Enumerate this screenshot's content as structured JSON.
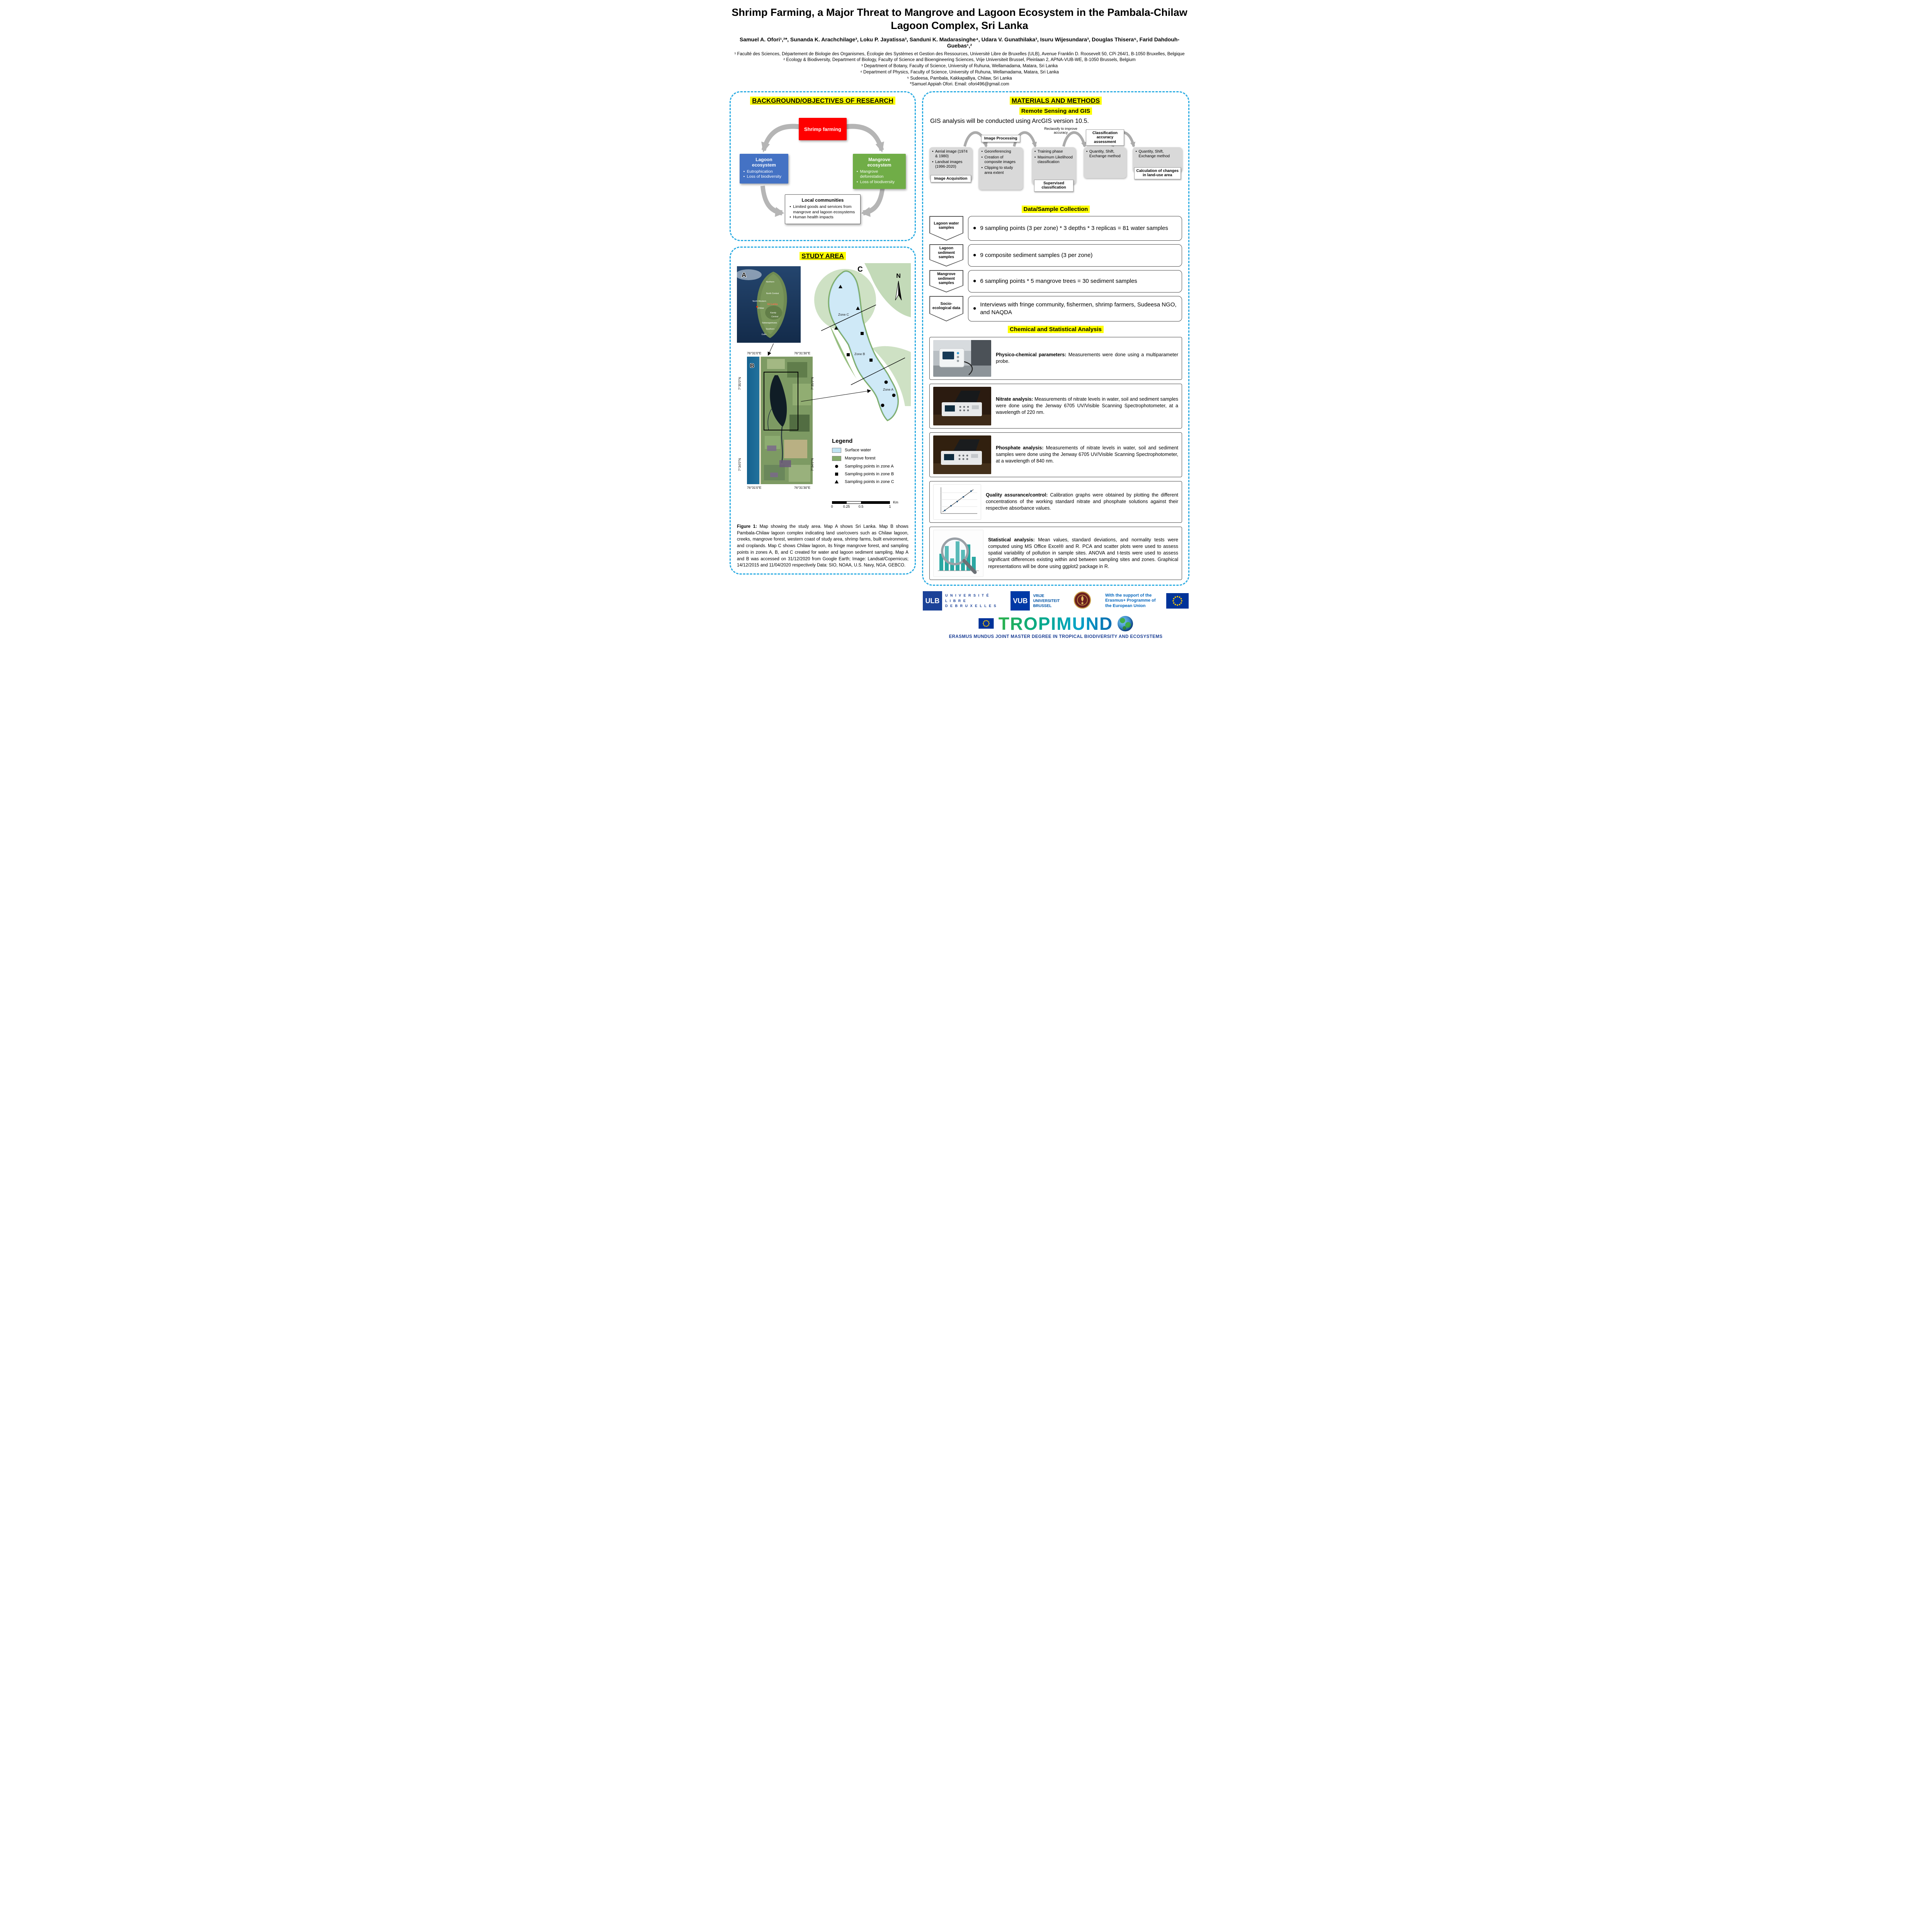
{
  "colors": {
    "dashed_border": "#29abe2",
    "highlight_yellow": "#ffff00",
    "shrimp_red": "#ff0000",
    "lagoon_blue": "#4472c4",
    "mangrove_green": "#70ad47",
    "arrow_gray": "#b5b5b5",
    "flow_box_gray": "#d9d9d9",
    "tropimundo_green": "#2eb24c",
    "tropimundo_blue": "#0c6ab0"
  },
  "header": {
    "title": "Shrimp Farming, a Major Threat to Mangrove and Lagoon Ecosystem in the Pambala-Chilaw Lagoon Complex, Sri Lanka",
    "authors": "Samuel A. Ofori¹,²*, Sunanda K. Arachchilage³, Loku P. Jayatissa³, Sanduni K. Madarasinghe⁴, Udara V. Gunathilaka³, Isuru Wijesundara³, Douglas Thisera⁵, Farid Dahdouh-Guebas¹,²",
    "affiliations": [
      "¹ Faculté des Sciences, Département de Biologie des Organismes, Écologie des Systèmes et Gestion des Ressources, Université Libre de Bruxelles (ULB), Avenue Franklin D. Roosevelt 50, CPi 264/1, B-1050 Bruxelles, Belgique",
      "² Ecology & Biodiversity, Department of Biology, Faculty of Science and Bioengineering Sciences, Vrije Universiteit Brussel, Pleinlaan 2, APNA-VUB-WE, B-1050 Brussels, Belgium",
      "³ Department of Botany, Faculty of Science, University of Ruhuna, Wellamadama, Matara, Sri Lanka",
      "⁴ Department of Physics, Faculty of Science, University of Ruhuna, Wellamadama, Matara, Sri Lanka",
      "⁵ Sudeesa, Pambala, Kakkapalliya, Chilaw, Sri Lanka",
      "*Samuel Appiah Ofori. Email: ofori496@gmail.com"
    ]
  },
  "background": {
    "heading": "BACKGROUND/OBJECTIVES OF RESEARCH",
    "shrimp": {
      "title": "Shrimp farming"
    },
    "lagoon": {
      "title": "Lagoon ecosystem",
      "bullets": [
        "Eutrophication",
        "Loss of biodiversity"
      ]
    },
    "mangrove": {
      "title": "Mangrove ecosystem",
      "bullets": [
        "Mangrove deforestation",
        "Loss of biodiversity"
      ]
    },
    "communities": {
      "title": "Local communities",
      "bullets": [
        "Limited goods and services from mangrove and lagoon ecosystems",
        "Human health impacts"
      ]
    }
  },
  "study_area": {
    "heading": "STUDY AREA",
    "map_a": {
      "label": "A",
      "places": [
        "Northern",
        "North Central",
        "North Western",
        "Sri Lanka",
        "Chilaw",
        "Kandy",
        "Central",
        "Sabaragamuwa",
        "Southern",
        "Galle"
      ]
    },
    "map_c": {
      "label": "C",
      "north": "N",
      "zone_c": "Zone C",
      "zone_b": "Zone B",
      "zone_a": "Zone A"
    },
    "map_b": {
      "label": "B",
      "coord_top_left": "76°31'0\"E",
      "coord_top_right": "76°31'30\"E",
      "coord_bottom_left": "76°31'0\"E",
      "coord_bottom_right": "76°31'30\"E",
      "coord_left_top": "7°35'0\"N",
      "coord_left_bottom": "7°34'0\"N",
      "coord_right_top": "7°35'0\"N",
      "coord_right_bottom": "7°34'0\"N"
    },
    "legend": {
      "title": "Legend",
      "items": [
        {
          "icon": "surface-water-swatch",
          "label": "Surface water"
        },
        {
          "icon": "mangrove-forest-swatch",
          "label": "Mangrove forest"
        },
        {
          "icon": "zone-a-circle-marker",
          "label": "Sampling points in zone A"
        },
        {
          "icon": "zone-b-square-marker",
          "label": "Sampling points in zone B"
        },
        {
          "icon": "zone-c-triangle-marker",
          "label": "Sampling points in zone C"
        }
      ]
    },
    "scalebar": {
      "t0": "0",
      "t1": "0.25",
      "t2": "0.5",
      "t3": "1",
      "unit": "Km"
    },
    "caption_label": "Figure 1:",
    "caption_text": "Map showing the study area. Map A shows Sri Lanka. Map B shows Pambala-Chilaw lagoon complex indicating land use/covers such as Chilaw lagoon, creeks, mangrove forest, western coast of study area, shrimp farms, built environment, and croplands. Map C shows Chilaw lagoon, its fringe mangrove forest, and sampling points in zones A, B, and C created for water and lagoon sediment sampling. Map A and B was accessed on 31/12/2020 from Google Earth; Image: Landsat/Copernicus; 14/12/2015 and 11/04/2020 respectively Data: SIO, NOAA, U.S. Navy, NGA, GEBCO."
  },
  "methods": {
    "heading": "MATERIALS AND METHODS",
    "rs_heading": "Remote Sensing and GIS",
    "gis_intro": "GIS analysis will be conducted using ArcGIS version 10.5.",
    "reclassify_note": "Reclassify to improve accuracy",
    "flow": [
      {
        "label": "Image Acquisition",
        "bullets": [
          "Aerial image (1974 & 1980)",
          "Landsat images (1996-2020)"
        ]
      },
      {
        "label": "Image Processing",
        "bullets": [
          "Georeferencing",
          "Creation of composite images",
          "Clipping to study area extent"
        ]
      },
      {
        "label": "Supervised classification",
        "bullets": [
          "Training phase",
          "Maximum Likelihood classification"
        ]
      },
      {
        "label": "Classification accuracy assessment",
        "bullets": [
          "Quantity, Shift, Exchange method"
        ]
      },
      {
        "label": "Calculation of changes in land-use area",
        "bullets": [
          "Quantity, Shift, Exchange method"
        ]
      }
    ],
    "data_heading": "Data/Sample Collection",
    "samples": [
      {
        "source": "Lagoon water samples",
        "text": "9 sampling points (3 per zone) * 3 depths * 3 replicas = 81 water samples"
      },
      {
        "source": "Lagoon sediment samples",
        "text": "9 composite sediment samples (3 per zone)"
      },
      {
        "source": "Mangrove sediment samples",
        "text": "6 sampling points * 5 mangrove trees = 30 sediment samples"
      },
      {
        "source": "Socio-ecological data",
        "text": "Interviews with fringe community, fishermen, shrimp farmers, Sudeesa NGO, and NAQDA"
      }
    ],
    "chem_heading": "Chemical and Statistical Analysis",
    "analyses": [
      {
        "lead": "Physico-chemical parameters:",
        "text": "Measurements were done using a multiparameter probe.",
        "icon": "multiparameter-probe-photo"
      },
      {
        "lead": "Nitrate analysis:",
        "text": "Measurements of nitrate levels in water, soil and sediment samples were done using the Jenway 6705 UV/Visible Scanning Spectrophotometer, at a wavelength of 220 nm.",
        "icon": "spectrophotometer-photo"
      },
      {
        "lead": "Phosphate analysis:",
        "text": "Measurements of nitrate levels in water, soil and sediment samples were done using the Jenway 6705 UV/Visible Scanning Spectrophotometer, at a wavelength of 840 nm.",
        "icon": "spectrophotometer-photo"
      },
      {
        "lead": "Quality assurance/control:",
        "text": "Calibration graphs were obtained by plotting the different concentrations of the working standard nitrate and phosphate solutions against their respective absorbance values.",
        "icon": "calibration-graph-photo"
      },
      {
        "lead": "Statistical analysis:",
        "text": "Mean values, standard deviations, and normality tests were computed using MS Office Excel® and R. PCA and scatter plots were used to assess spatial variability of pollution in sample sites. ANOVA and t-tests were used to assess significant differences existing within and between sampling sites and zones. Graphical representations will be done using ggplot2 package in R.",
        "icon": "statistics-chart-photo"
      }
    ]
  },
  "footer": {
    "ulb": {
      "abbr": "ULB",
      "line1": "U N I V E R S I T É",
      "line2": "L I B R E",
      "line3": "D E  B R U X E L L E S"
    },
    "vub": {
      "abbr": "VUB",
      "line1": "VRIJE",
      "line2": "UNIVERSITEIT",
      "line3": "BRUSSEL"
    },
    "erasmus_support": "With the support of the Erasmus+ Programme of the European Union",
    "tropimundo_word": "TROPIMUND",
    "tagline": "ERASMUS MUNDUS JOINT MASTER DEGREE IN TROPICAL BIODIVERSITY AND ECOSYSTEMS"
  }
}
